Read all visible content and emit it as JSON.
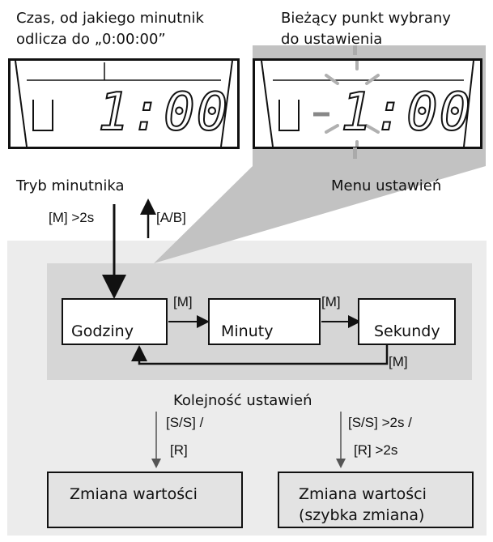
{
  "captions": {
    "timer_start_caption": "Czas, od jakiego minutnik\nodlicza do „0:00:00”",
    "current_point_caption": "Bieżący punkt wybrany\ndo ustawienia",
    "timer_mode": "Tryb minutnika",
    "settings_menu": "Menu ustawień",
    "settings_order": "Kolejność ustawień"
  },
  "displays": {
    "left": {
      "value": "1:00'00"
    },
    "right": {
      "value": "1:00'00"
    }
  },
  "keys": {
    "m_long": "[M] >2s",
    "ab": "[A/B]",
    "m1": "[M]",
    "m2": "[M]",
    "m_back": "[M]",
    "ss_r_1": "[S/S] /",
    "ss_r_2": "[R]",
    "ss_long_1": "[S/S] >2s /",
    "ss_long_2": "[R] >2s"
  },
  "steps": {
    "hours": "Godziny",
    "minutes": "Minuty",
    "seconds": "Sekundy"
  },
  "results": {
    "change_value": "Zmiana wartości",
    "change_value_fast_1": "Zmiana wartości",
    "change_value_fast_2": "(szybka zmiana)"
  }
}
